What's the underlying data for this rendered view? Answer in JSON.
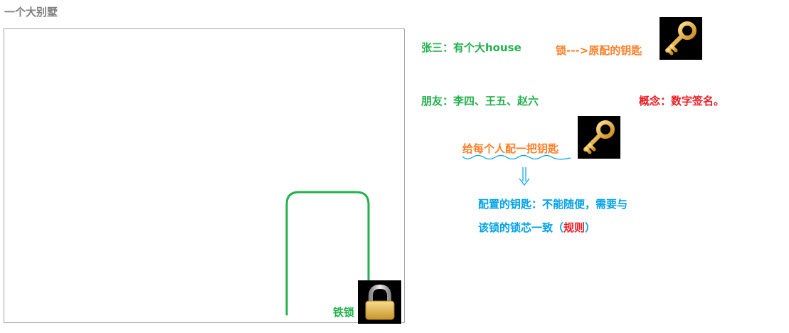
{
  "title": "一个大别墅",
  "house": {
    "lock_label": "铁锁",
    "lock_icon": "padlock-icon",
    "door_color": "#22b14c"
  },
  "notes": {
    "owner": "张三：有个大house",
    "original_key": "锁--->原配的钥匙",
    "friends": "朋友：李四、王五、赵六",
    "concept": "概念：数字签名。",
    "give_keys": "给每个人配一把钥匙",
    "rule_line1": "配置的钥匙：不能随便，需要与",
    "rule_line2_prefix": "该锁的锁芯一致（",
    "rule_line2_highlight": "规则",
    "rule_line2_suffix": "）",
    "key_icon": "key-icon"
  },
  "colors": {
    "green": "#22b14c",
    "orange": "#ff7f27",
    "red": "#ed1c24",
    "blue": "#00a2e8",
    "gray": "#7f7f7f"
  }
}
